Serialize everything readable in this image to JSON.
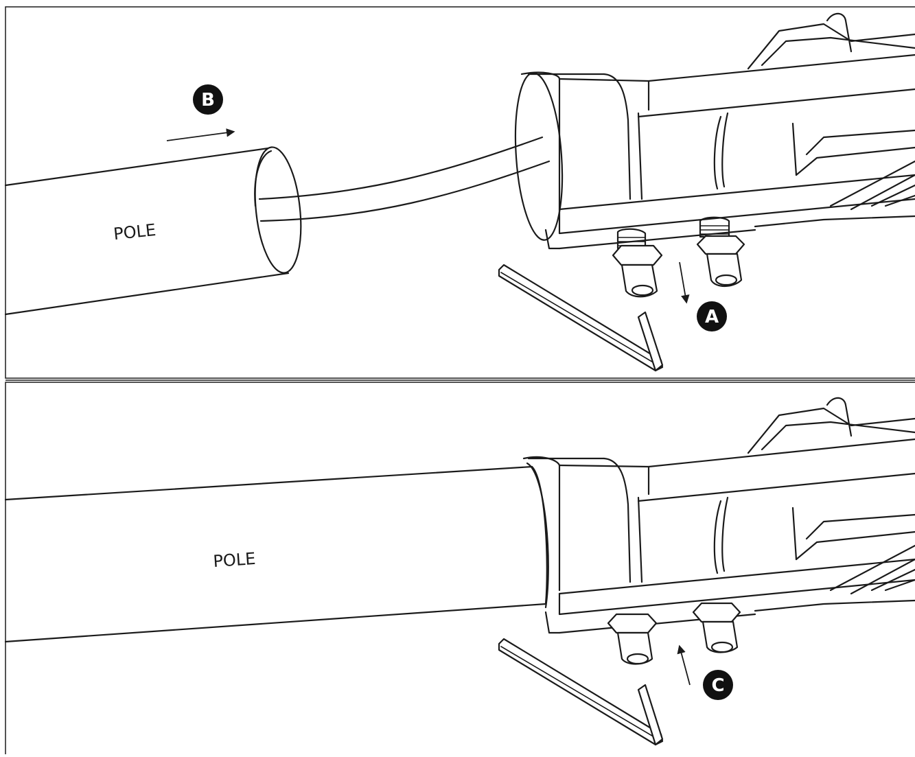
{
  "colors": {
    "line": "#1a1a1a",
    "badge": "#111111",
    "background": "#ffffff"
  },
  "panels": {
    "top": {
      "pole_label": "POLE",
      "step_b": "B",
      "step_a": "A"
    },
    "bottom": {
      "pole_label": "POLE",
      "step_c": "C"
    }
  }
}
